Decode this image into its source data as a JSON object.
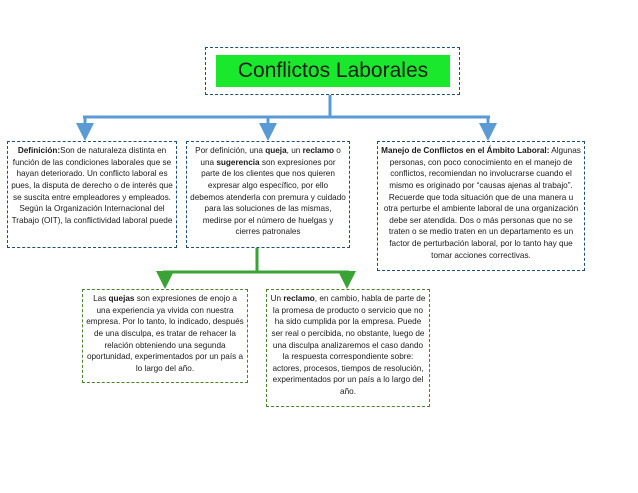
{
  "title": "Conflictos Laborales",
  "definicion": {
    "label": "Definición:",
    "text": "Son de naturaleza distinta en función de las condiciones laborales que se hayan deteriorado. Un conflicto laboral es pues, la disputa de derecho o de interés que se suscita entre empleadores y empleados. Según la Organización Internacional del Trabajo (OIT), la conflictividad laboral puede"
  },
  "queja": {
    "t1": "Por definición, una ",
    "b1": "queja",
    "t2": ", un ",
    "b2": "reclamo",
    "t3": " o una ",
    "b3": "sugerencia",
    "t4": " son expresiones por parte de los clientes que nos quieren expresar algo específico, por ello debemos atenderla con premura y cuidado para las soluciones de las mismas, medirse por el número de huelgas y cierres patronales"
  },
  "manejo": {
    "label": "Manejo de Conflictos en el Ámbito Laboral:",
    "text": " Algunas personas, con poco conocimiento en el manejo de conflictos, recomiendan no involucrarse cuando el mismo es originado por “causas ajenas al trabajo”. Recuerde que toda situación que de una manera u otra perturbe el ambiente laboral de una organización debe ser atendida. Dos o más personas que no se traten o se medio traten en un departamento es un factor de perturbación laboral, por lo tanto hay que tomar acciones correctivas."
  },
  "quejas": {
    "t1": "Las ",
    "b1": "quejas",
    "t2": " son expresiones de enojo a una experiencia ya vivida con nuestra empresa. Por lo tanto, lo indicado, después de una disculpa, es tratar de rehacer la relación obteniendo una segunda oportunidad, experimentados por un país a lo largo del año."
  },
  "reclamo": {
    "t1": "Un ",
    "b1": "reclamo",
    "t2": ", en cambio, habla de parte de la promesa de producto o servicio que no ha sido cumplida por la empresa. Puede ser real o percibida, no obstante, luego de una disculpa analizaremos el caso dando la respuesta correspondiente sobre: actores, procesos, tiempos de resolución, experimentados por un país a lo largo del año."
  },
  "colors": {
    "title_fill": "#1ae82c",
    "blue_connector": "#5b9bd5",
    "green_connector": "#3aa335",
    "blue_border": "#1f4e79",
    "green_border": "#4e7f2a"
  }
}
